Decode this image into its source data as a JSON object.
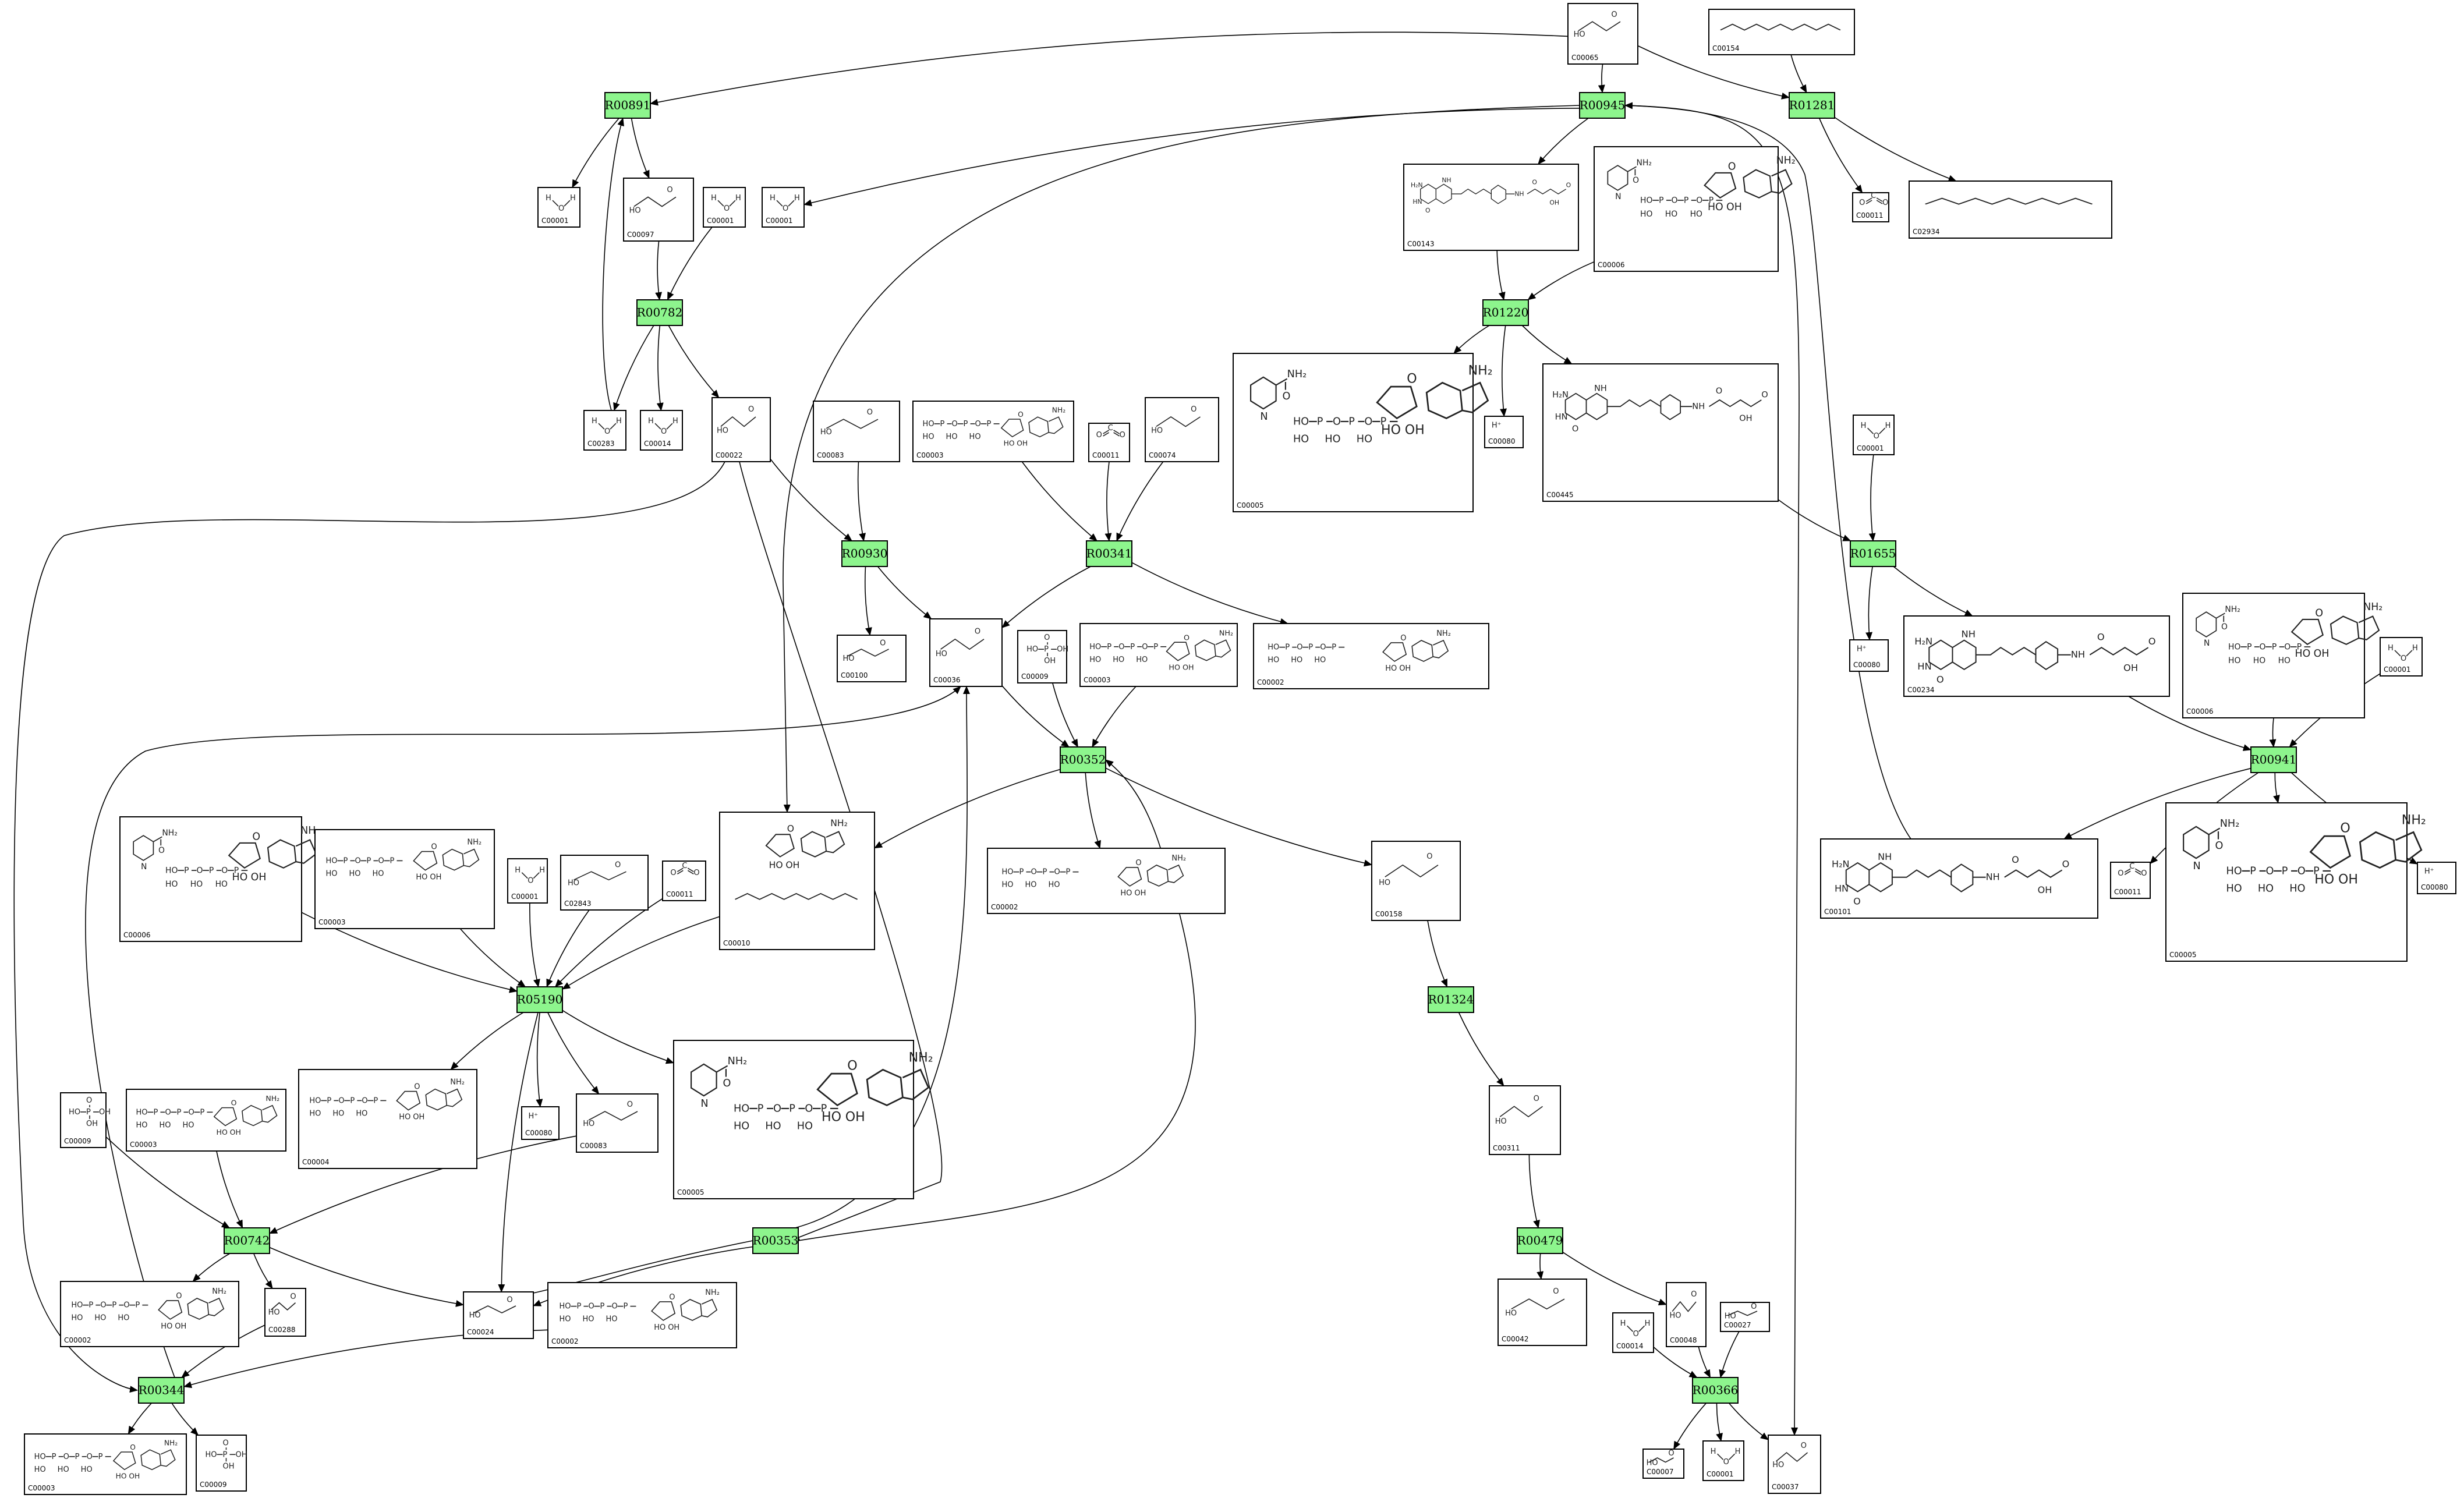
{
  "reactions": [
    "R00891",
    "R00945",
    "R01281",
    "R00782",
    "R01220",
    "R00930",
    "R00341",
    "R01655",
    "R00352",
    "R00941",
    "R05190",
    "R01324",
    "R00742",
    "R00353",
    "R00479",
    "R00344",
    "R00366"
  ],
  "compounds": {
    "c_065": "C00065",
    "c_154": "C00154",
    "c_001a": "C00001",
    "c_097": "C00097",
    "c_001b": "C00001",
    "c_001c": "C00001",
    "c_143": "C00143",
    "c_006a": "C00006",
    "c_011a": "C00011",
    "c_2934": "C02934",
    "c_283": "C00283",
    "c_014a": "C00014",
    "c_022": "C00022",
    "c_083a": "C00083",
    "c_003a": "C00003",
    "c_011b": "C00011",
    "c_074": "C00074",
    "c_005a": "C00005",
    "c_080a": "C00080",
    "c_445": "C00445",
    "c_001d": "C00001",
    "c_100": "C00100",
    "c_036": "C00036",
    "c_009a": "C00009",
    "c_003b": "C00003",
    "c_002a": "C00002",
    "c_080b": "C00080",
    "c_234": "C00234",
    "c_006b": "C00006",
    "c_001e": "C00001",
    "c_006c": "C00006",
    "c_003c": "C00003",
    "c_001f": "C00001",
    "c_2843": "C02843",
    "c_011c": "C00011",
    "c_010": "C00010",
    "c_002b": "C00002",
    "c_158": "C00158",
    "c_101": "C00101",
    "c_011d": "C00011",
    "c_005b": "C00005",
    "c_080c": "C00080",
    "c_009b": "C00009",
    "c_003d": "C00003",
    "c_004": "C00004",
    "c_080d": "C00080",
    "c_083b": "C00083",
    "c_005c": "C00005",
    "c_311": "C00311",
    "c_002c": "C00002",
    "c_288": "C00288",
    "c_024": "C00024",
    "c_002d": "C00002",
    "c_042": "C00042",
    "c_014b": "C00014",
    "c_048": "C00048",
    "c_027": "C00027",
    "c_003e": "C00003",
    "c_009c": "C00009",
    "c_007": "C00007",
    "c_001g": "C00001",
    "c_037": "C00037"
  }
}
